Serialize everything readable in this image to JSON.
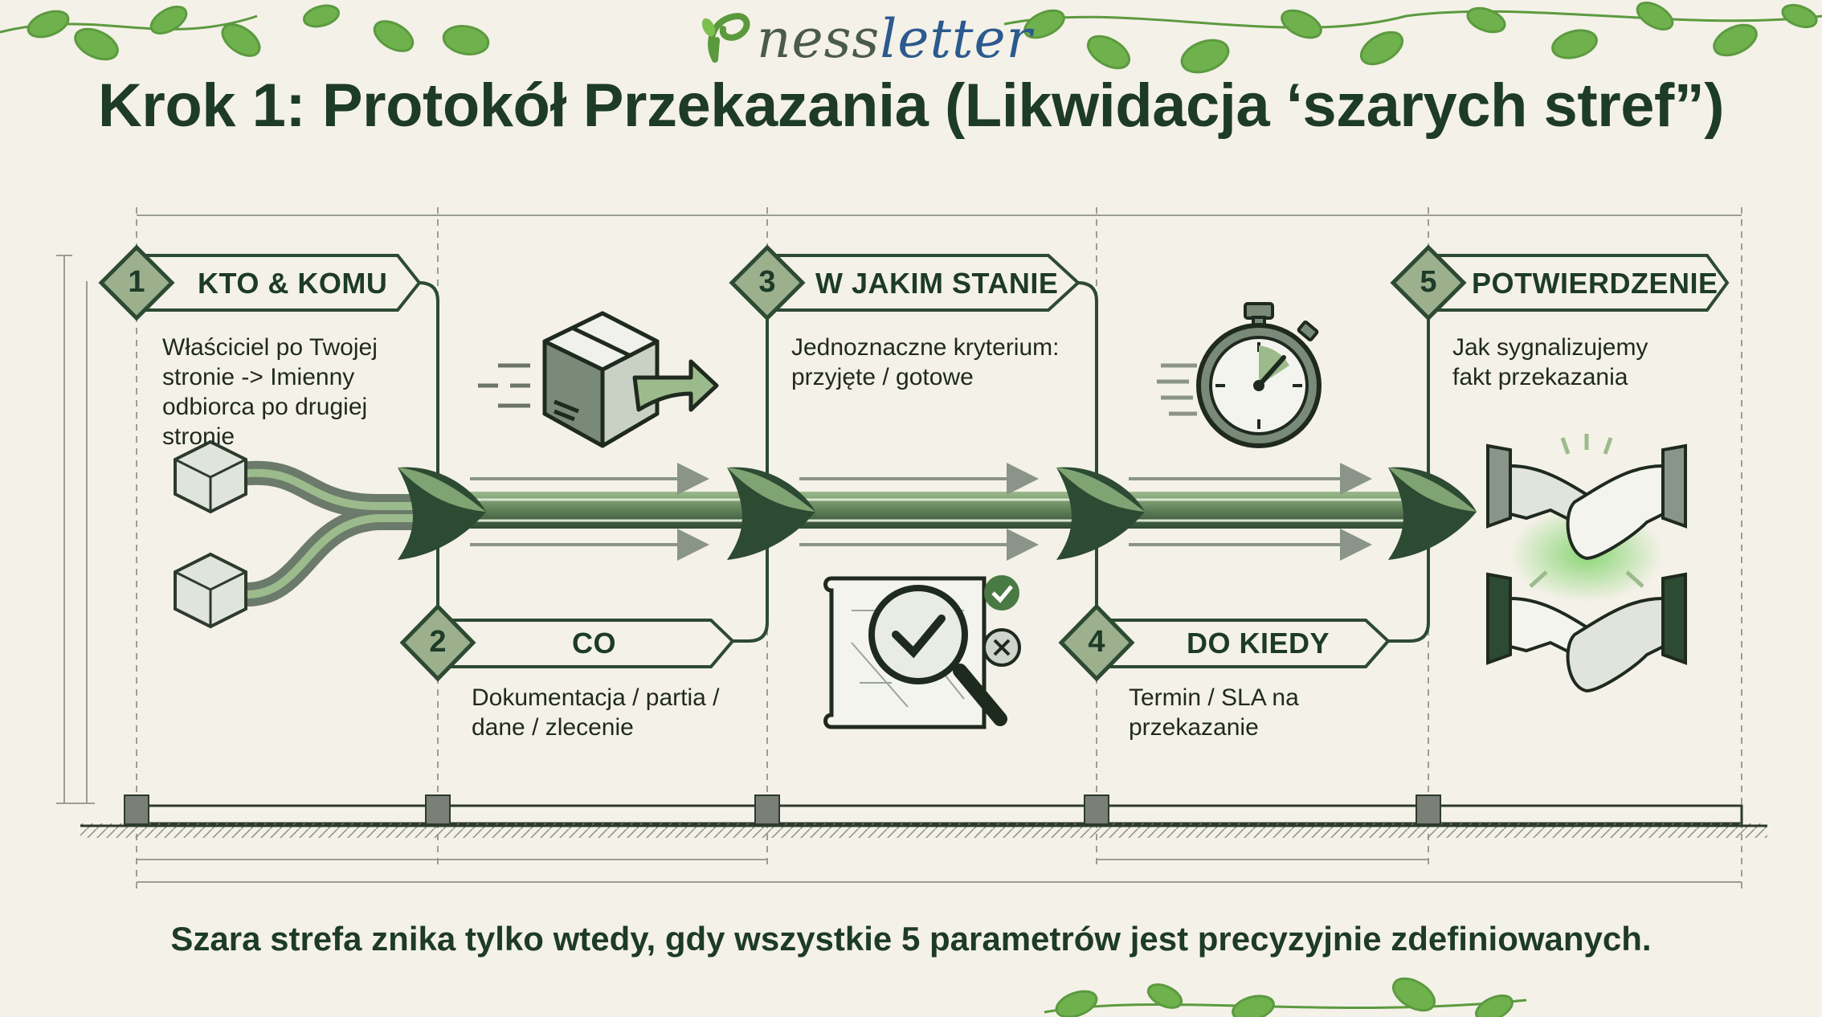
{
  "brand": {
    "part1": "ness",
    "part2": "letter"
  },
  "title": "Krok 1: Protokół Przekazania (Likwidacja ‘szarych stref”)",
  "steps": [
    {
      "number": "1",
      "label": "KTO & KOMU",
      "description": "Właściciel po Twojej stronie -> Imienny odbiorca po drugiej stronie"
    },
    {
      "number": "2",
      "label": "CO",
      "description": "Dokumentacja / partia / dane / zlecenie"
    },
    {
      "number": "3",
      "label": "W JAKIM STANIE",
      "description": "Jednoznaczne kryterium: przyjęte / gotowe"
    },
    {
      "number": "4",
      "label": "DO KIEDY",
      "description": "Termin / SLA na przekazanie"
    },
    {
      "number": "5",
      "label": "POTWIERDZENIE",
      "description": "Jak sygnalizujemy fakt przekazania"
    }
  ],
  "footer": "Szara strefa znika tylko wtedy, gdy wszystkie 5 parametrów jest precyzyjnie zdefiniowanych.",
  "colors": {
    "dark_green": "#1d3b27",
    "mid_green": "#6f8f66",
    "light_green": "#9cbb8c",
    "background": "#f4f1e8",
    "brand_blue": "#2b5a8e"
  },
  "icons": [
    "stakeholders-icon",
    "box-shipping-icon",
    "magnifier-check-icon",
    "stopwatch-icon",
    "handshake-icon"
  ]
}
